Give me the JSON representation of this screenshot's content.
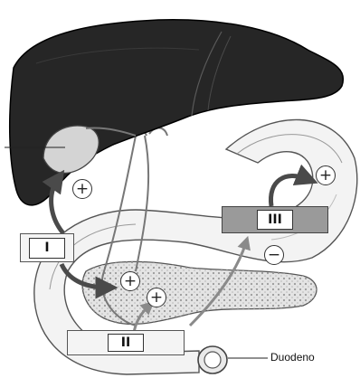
{
  "diagram": {
    "labels": {
      "box_I": "I",
      "box_II": "II",
      "box_III": "III",
      "duodeno": "Duodeno"
    },
    "signs": {
      "plus": "+",
      "minus": "−"
    },
    "colors": {
      "liver": "#262626",
      "pancreas_tissue": "#e4e4e4",
      "duodenum_tissue": "#f3f3f3",
      "arrow": "#4a4a4a",
      "box_III_fill": "#9a9a9a"
    }
  }
}
